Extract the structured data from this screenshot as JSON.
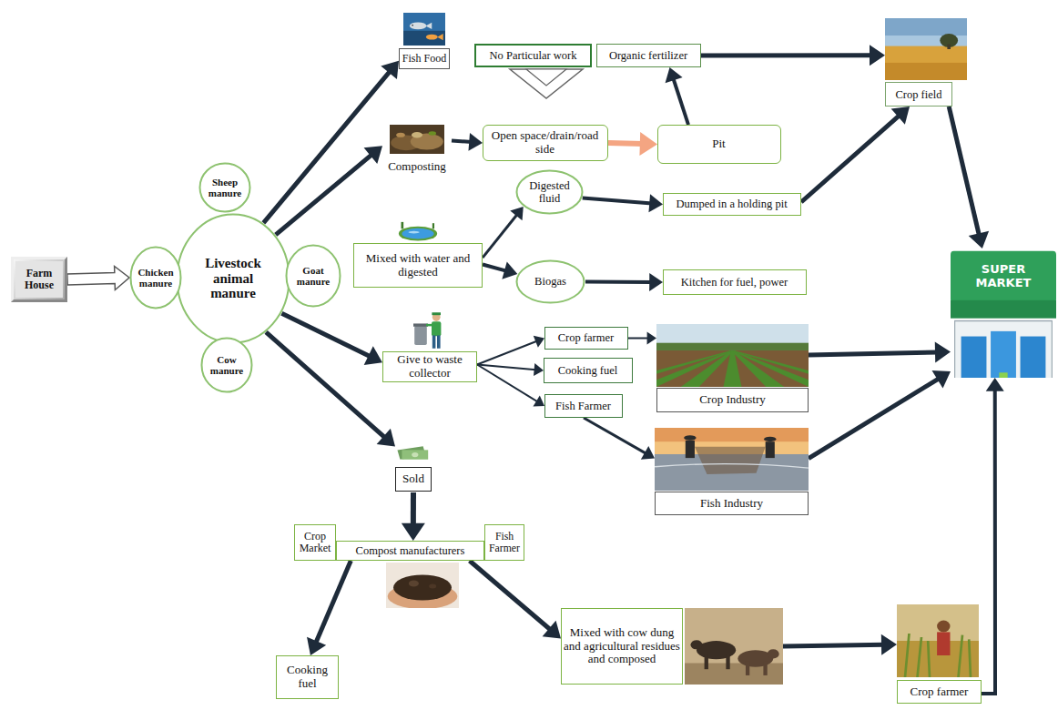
{
  "diagram": {
    "nodes": [
      {
        "text": [
          "Farm House"
        ]
      },
      {
        "text": [
          "Livestock animal manure"
        ]
      },
      {
        "text": [
          "Sheep manure"
        ]
      },
      {
        "text": [
          "Chicken manure"
        ]
      },
      {
        "text": [
          "Goat manure"
        ]
      },
      {
        "text": [
          "Cow manure"
        ]
      },
      {
        "text": [
          "Fish Food"
        ]
      },
      {
        "text": [
          "No Particular work"
        ]
      },
      {
        "text": [
          "Organic fertilizer"
        ]
      },
      {
        "text": [
          "Crop field"
        ]
      },
      {
        "text": [
          "Composting"
        ]
      },
      {
        "text": [
          "Open space/drain/road side"
        ]
      },
      {
        "text": [
          "Pit"
        ]
      },
      {
        "text": [
          "Digested fluid"
        ]
      },
      {
        "text": [
          "Dumped in a holding pit"
        ]
      },
      {
        "text": [
          "Mixed with water and digested"
        ]
      },
      {
        "text": [
          "Biogas"
        ]
      },
      {
        "text": [
          "Kitchen for fuel, power"
        ]
      },
      {
        "text": [
          "SUPER MARKET"
        ]
      },
      {
        "text": [
          "Crop farmer"
        ]
      },
      {
        "text": [
          "Give to waste collector"
        ]
      },
      {
        "text": [
          "Cooking fuel"
        ]
      },
      {
        "text": [
          "Crop Industry"
        ]
      },
      {
        "text": [
          "Fish Farmer"
        ]
      },
      {
        "text": [
          "Fish Industry"
        ]
      },
      {
        "text": [
          "Sold"
        ]
      },
      {
        "text": [
          "Crop Market"
        ]
      },
      {
        "text": [
          "Compost manufacturers"
        ]
      },
      {
        "text": [
          "Fish Farmer"
        ]
      },
      {
        "text": [
          "Cooking fuel"
        ]
      },
      {
        "text": [
          "Mixed with cow dung and agricultural residues and composed"
        ]
      },
      {
        "text": [
          "Crop farmer"
        ]
      }
    ],
    "edges": [
      {
        "from": 0,
        "to": 3,
        "arrow": "to"
      },
      {
        "from": 1,
        "to": 6,
        "arrow": "to"
      },
      {
        "from": 1,
        "to": 10,
        "arrow": "to"
      },
      {
        "from": 10,
        "to": 11,
        "arrow": "to"
      },
      {
        "from": 11,
        "to": 12,
        "arrow": "to"
      },
      {
        "from": 12,
        "to": 8,
        "arrow": "to"
      },
      {
        "from": 8,
        "to": 9,
        "arrow": "to"
      },
      {
        "from": 15,
        "to": 13,
        "arrow": "to"
      },
      {
        "from": 15,
        "to": 16,
        "arrow": "to"
      },
      {
        "from": 13,
        "to": 14,
        "arrow": "to"
      },
      {
        "from": 16,
        "to": 17,
        "arrow": "to"
      },
      {
        "from": 14,
        "to": 9,
        "arrow": "to"
      },
      {
        "from": 9,
        "to": 18,
        "arrow": "to"
      },
      {
        "from": 1,
        "to": 20,
        "arrow": "to"
      },
      {
        "from": 20,
        "to": 19,
        "arrow": "to"
      },
      {
        "from": 20,
        "to": 21,
        "arrow": "to"
      },
      {
        "from": 20,
        "to": 23,
        "arrow": "to"
      },
      {
        "from": 19,
        "to": 22,
        "arrow": "to"
      },
      {
        "from": 23,
        "to": 24,
        "arrow": "to"
      },
      {
        "from": 22,
        "to": 18,
        "arrow": "to"
      },
      {
        "from": 24,
        "to": 18,
        "arrow": "to"
      },
      {
        "from": 1,
        "to": 25,
        "arrow": "to"
      },
      {
        "from": 25,
        "to": 27,
        "arrow": "to"
      },
      {
        "from": 27,
        "to": 29,
        "arrow": "to"
      },
      {
        "from": 27,
        "to": 30,
        "arrow": "to"
      },
      {
        "from": 30,
        "to": 31,
        "arrow": "to"
      },
      {
        "from": 31,
        "to": 18,
        "arrow": "to"
      }
    ]
  }
}
